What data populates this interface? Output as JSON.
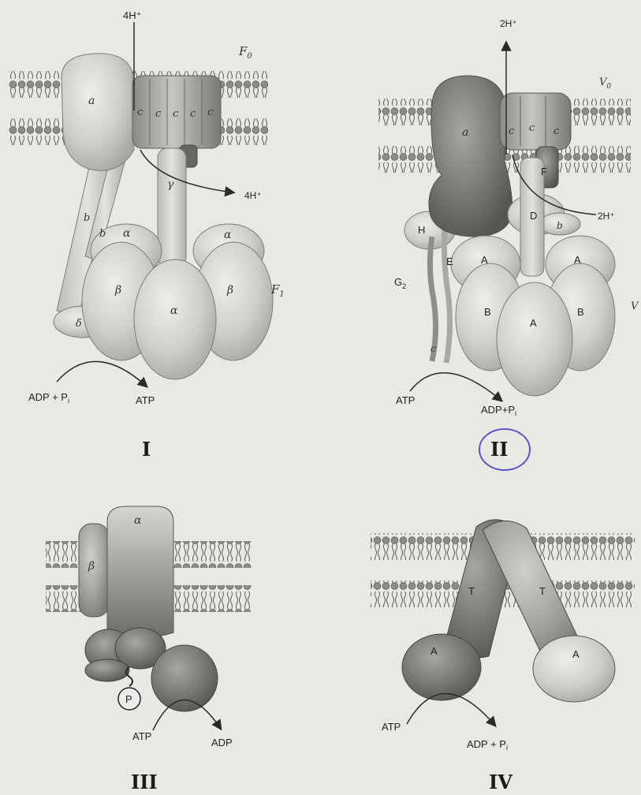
{
  "panels": {
    "one": {
      "numeral": "I",
      "membrane_label": "F",
      "membrane_sub": "0",
      "head_label": "F",
      "head_sub": "1",
      "proton_in": "4H⁺",
      "proton_out": "4H⁺",
      "subunits": {
        "a": "a",
        "c": "c",
        "gamma": "γ",
        "b": "b",
        "alpha": "α",
        "beta": "β",
        "delta": "δ"
      },
      "reaction_left": "ADP + P",
      "reaction_left_sub": "i",
      "reaction_right": "ATP"
    },
    "two": {
      "numeral": "II",
      "membrane_label": "V",
      "membrane_sub": "0",
      "proton_up": "2H⁺",
      "proton_side": "2H⁺",
      "head_edge_label": "V",
      "subunits": {
        "a": "a",
        "c": "c",
        "F": "F",
        "D": "D",
        "b": "b",
        "H": "H",
        "E": "E",
        "G": "G",
        "G_sub": "2",
        "A": "A",
        "B": "B",
        "c_small": "c"
      },
      "reaction_left": "ATP",
      "reaction_right": "ADP+P",
      "reaction_right_sub": "i"
    },
    "three": {
      "numeral": "III",
      "subunits": {
        "alpha": "α",
        "beta": "β",
        "P": "P"
      },
      "reaction_left": "ATP",
      "reaction_right": "ADP"
    },
    "four": {
      "numeral": "IV",
      "subunits": {
        "T": "T",
        "A": "A"
      },
      "reaction_left": "ATP",
      "reaction_right": "ADP + P",
      "reaction_right_sub": "i"
    }
  },
  "colors": {
    "background": "#e9e9e3",
    "lipid_head": "#8a8a8a",
    "protein_light": "#d2d2cc",
    "protein_mid": "#a6a6a0",
    "protein_dark": "#6f6f6a",
    "annotation_circle": "#5a55c8"
  }
}
